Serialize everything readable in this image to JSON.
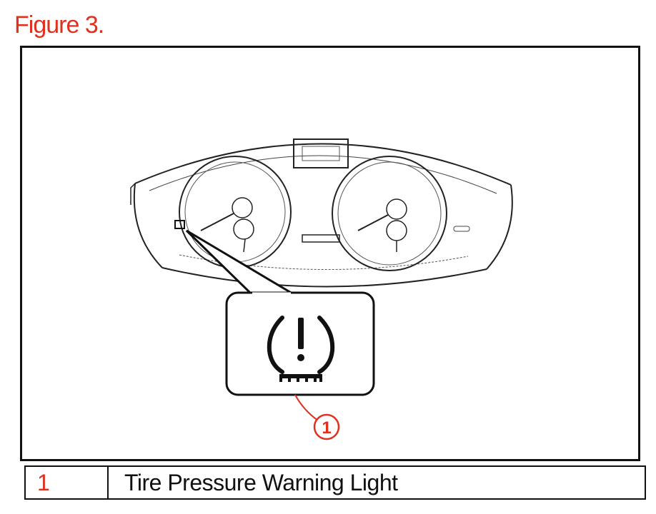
{
  "figure": {
    "title": "Figure 3."
  },
  "callout": {
    "number": "1"
  },
  "legend": {
    "rows": [
      {
        "number": "1",
        "label": "Tire Pressure Warning Light"
      }
    ]
  },
  "colors": {
    "accent": "#e0301e",
    "line": "#111111"
  },
  "icons": {
    "warning": "tire-pressure-warning-icon"
  }
}
